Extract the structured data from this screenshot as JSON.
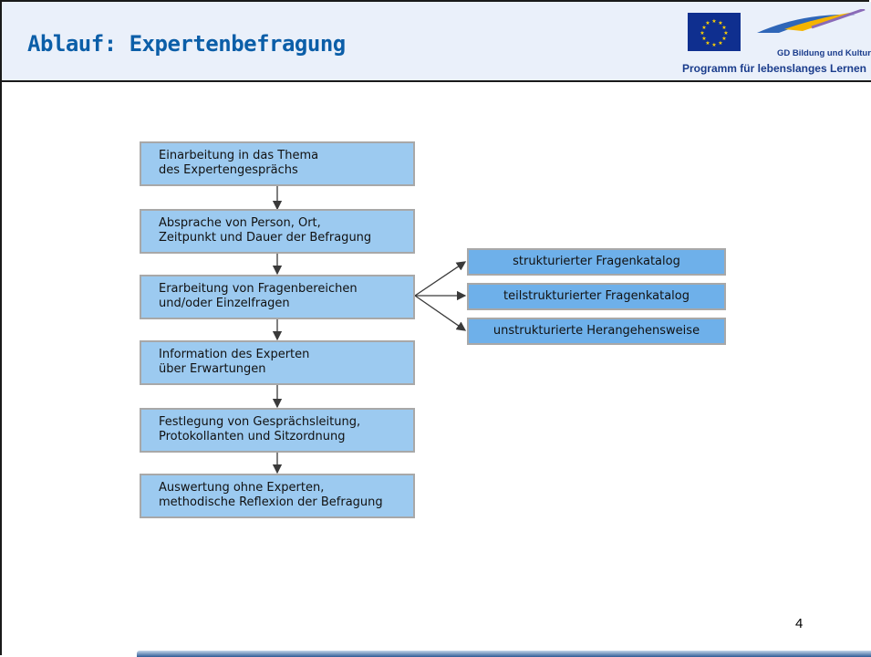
{
  "slide": {
    "title": "Ablauf: Expertenbefragung",
    "page_number": "4"
  },
  "logo": {
    "tagline": "GD Bildung und Kultur",
    "subtitle": "Programm für lebenslanges Lernen"
  },
  "flow": {
    "steps": [
      {
        "label": "Einarbeitung in das Thema\ndes Expertengesprächs"
      },
      {
        "label": "Absprache von Person, Ort,\nZeitpunkt und Dauer der Befragung"
      },
      {
        "label": "Erarbeitung von Fragenbereichen\nund/oder Einzelfragen"
      },
      {
        "label": "Information des Experten\nüber Erwartungen"
      },
      {
        "label": "Festlegung von Gesprächsleitung,\nProtokollanten und Sitzordnung"
      },
      {
        "label": "Auswertung ohne Experten,\nmethodische Reflexion der Befragung"
      }
    ],
    "options": [
      {
        "label": "strukturierter Fragenkatalog"
      },
      {
        "label": "teilstrukturierter Fragenkatalog"
      },
      {
        "label": "unstrukturierte Herangehensweise"
      }
    ]
  },
  "colors": {
    "title": "#0b5ea8",
    "step_fill": "#9ccaf0",
    "option_fill": "#6eb0ea",
    "connector": "#3a3a3a"
  }
}
